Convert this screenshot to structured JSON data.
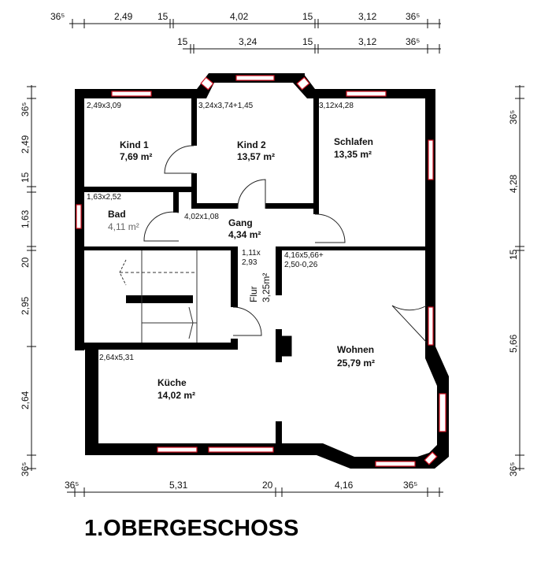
{
  "title": "1.OBERGESCHOSS",
  "dims_top_1": [
    "36⁵",
    "2,49",
    "15",
    "4,02",
    "15",
    "3,12",
    "36⁵"
  ],
  "dims_top_2": [
    "15",
    "3,24",
    "15",
    "3,12",
    "36⁵"
  ],
  "dims_left": [
    "36⁵",
    "2,49",
    "15",
    "1,63",
    "20",
    "2,95",
    "2,64",
    "36⁵"
  ],
  "dims_right": [
    "36⁵",
    "4,28",
    "15",
    "5,66",
    "36⁵"
  ],
  "dims_bottom": [
    "36⁵",
    "5,31",
    "20",
    "4,16",
    "36⁵"
  ],
  "rooms": {
    "kind1": {
      "name": "Kind 1",
      "area": "7,69 m²",
      "size": "2,49x3,09"
    },
    "kind2": {
      "name": "Kind 2",
      "area": "13,57 m²",
      "size": "3,24x3,74+1,45"
    },
    "schlafen": {
      "name": "Schlafen",
      "area": "13,35 m²",
      "size": "3,12x4,28"
    },
    "bad": {
      "name": "Bad",
      "area": "4,11 m²",
      "size": "1,63x2,52"
    },
    "gang": {
      "name": "Gang",
      "area": "4,34 m²",
      "size": "4,02x1,08"
    },
    "flur": {
      "name": "Flur",
      "area": "3,25m²",
      "size1": "1,11x",
      "size2": "2,93"
    },
    "wohnen": {
      "name": "Wohnen",
      "area": "25,79 m²",
      "size1": "4,16x5,66+",
      "size2": "2,50-0,26"
    },
    "kueche": {
      "name": "Küche",
      "area": "14,02 m²",
      "size": "2,64x5,31"
    }
  }
}
